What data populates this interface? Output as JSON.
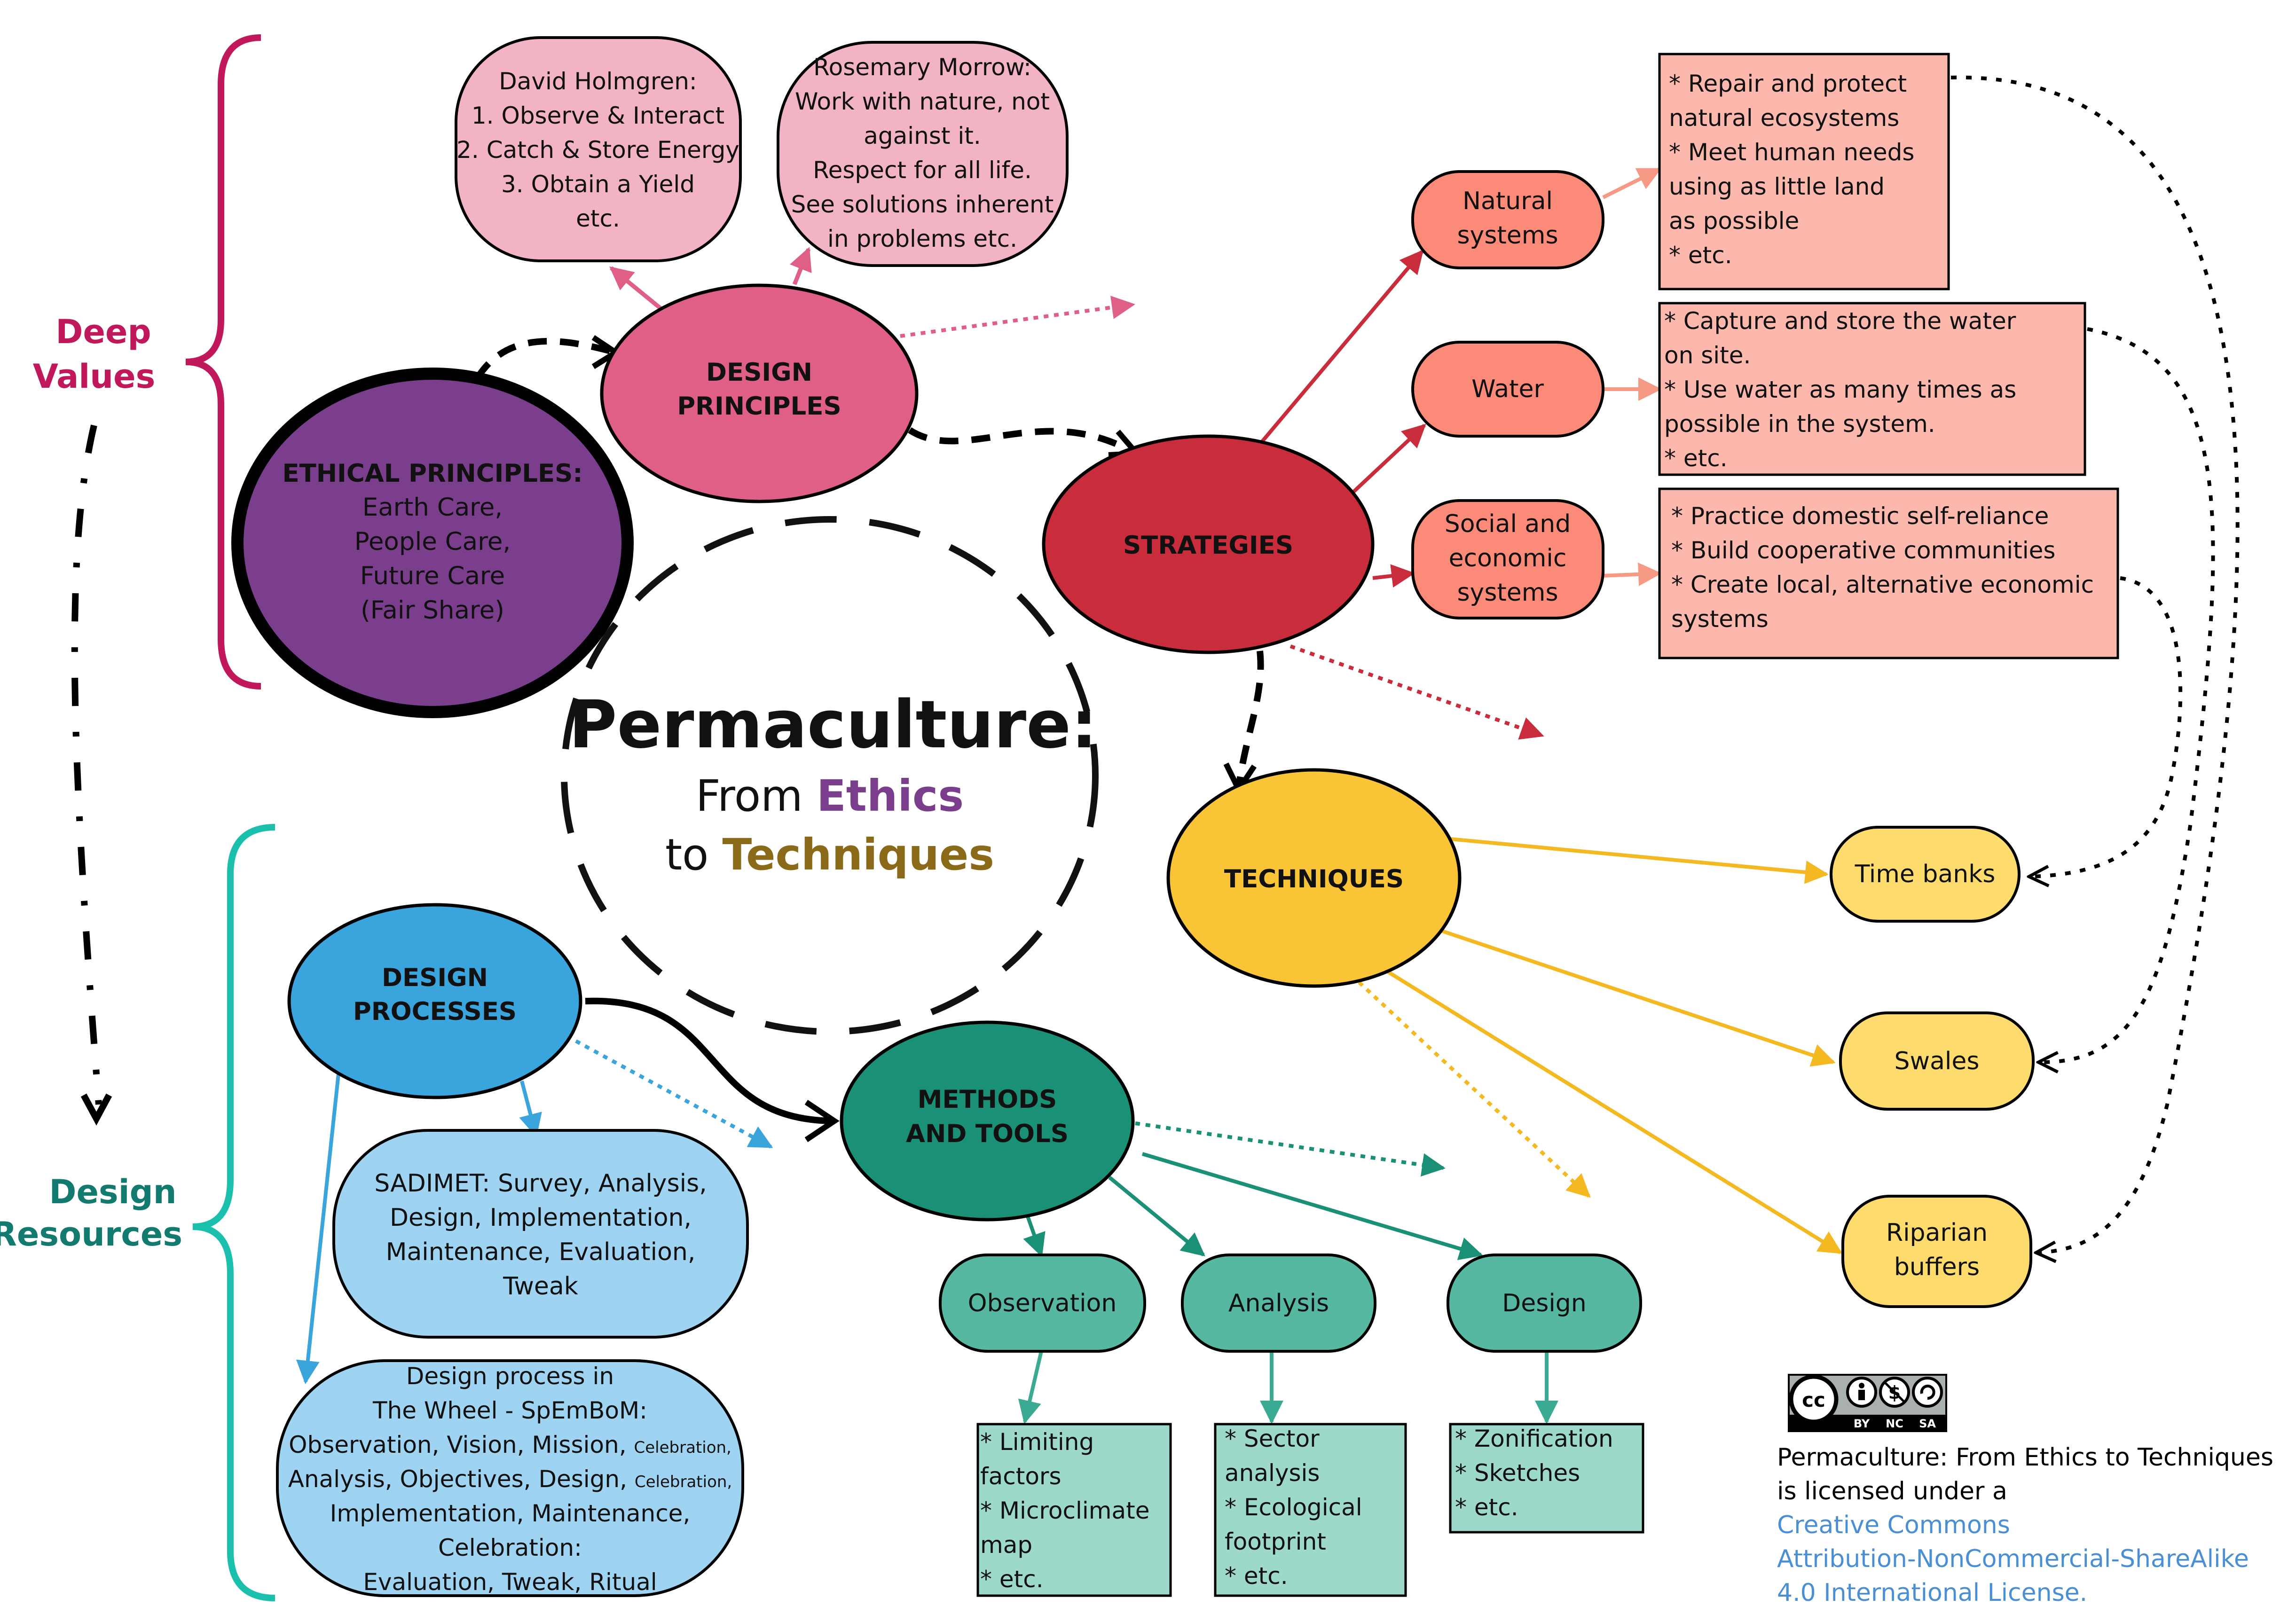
{
  "title": {
    "main": "Permaculture:",
    "line2_prefix": "From ",
    "line2_highlight": "Ethics",
    "line3_prefix": "to ",
    "line3_highlight": "Techniques"
  },
  "brackets": {
    "deep_values": [
      "Deep",
      "Values"
    ],
    "design_resources": [
      "Design",
      "Resources"
    ]
  },
  "nodes": {
    "ethical_principles": {
      "heading": "ETHICAL PRINCIPLES:",
      "lines": [
        "Earth Care,",
        "People Care,",
        "Future Care",
        "(Fair Share)"
      ]
    },
    "design_principles": {
      "lines": [
        "DESIGN",
        "PRINCIPLES"
      ]
    },
    "holmgren": {
      "lines": [
        "David Holmgren:",
        "1. Observe & Interact",
        "2. Catch & Store Energy",
        "3. Obtain a Yield",
        "etc."
      ]
    },
    "morrow": {
      "lines": [
        "Rosemary Morrow:",
        "Work with nature, not",
        "against it.",
        "Respect for all life.",
        "See solutions inherent",
        "in problems etc."
      ]
    },
    "strategies": {
      "label": "STRATEGIES"
    },
    "natural_systems": {
      "lines": [
        "Natural",
        "systems"
      ]
    },
    "water": {
      "label": "Water"
    },
    "social_economic": {
      "lines": [
        "Social and",
        "economic",
        "systems"
      ]
    },
    "natural_box": {
      "lines": [
        "* Repair and protect",
        "natural ecosystems",
        "* Meet human needs",
        "using as little land",
        "as possible",
        "* etc."
      ]
    },
    "water_box": {
      "lines": [
        "* Capture and store the water",
        "on site.",
        "* Use water as many times as",
        "possible in the system.",
        "* etc."
      ]
    },
    "social_box": {
      "lines": [
        "* Practice domestic self-reliance",
        "* Build cooperative communities",
        "* Create local, alternative economic",
        "systems"
      ]
    },
    "techniques": {
      "label": "TECHNIQUES"
    },
    "time_banks": {
      "label": "Time banks"
    },
    "swales": {
      "label": "Swales"
    },
    "riparian": {
      "lines": [
        "Riparian",
        "buffers"
      ]
    },
    "design_processes": {
      "lines": [
        "DESIGN",
        "PROCESSES"
      ]
    },
    "sadimet": {
      "lines": [
        "SADIMET: Survey, Analysis,",
        "Design, Implementation,",
        "Maintenance, Evaluation,",
        "Tweak"
      ]
    },
    "wheel": {
      "line1": "Design process in",
      "line2": "The Wheel - SpEmBoM:",
      "line3": "Observation, Vision, Mission, ",
      "line3_small": "Celebration,",
      "line4": "Analysis, Objectives, Design, ",
      "line4_small": "Celebration,",
      "line5": "Implementation, Maintenance,",
      "line6": "Celebration:",
      "line7": "Evaluation, Tweak, Ritual"
    },
    "methods_tools": {
      "lines": [
        "METHODS",
        "AND TOOLS"
      ]
    },
    "observation": {
      "label": "Observation"
    },
    "analysis": {
      "label": "Analysis"
    },
    "design": {
      "label": "Design"
    },
    "observation_box": {
      "lines": [
        "* Limiting",
        "factors",
        "* Microclimate",
        "map",
        "* etc."
      ]
    },
    "analysis_box": {
      "lines": [
        "* Sector",
        "analysis",
        "* Ecological",
        "footprint",
        "* etc."
      ]
    },
    "design_box": {
      "lines": [
        "* Zonification",
        "* Sketches",
        "* etc."
      ]
    }
  },
  "license": {
    "badge_labels": [
      "BY",
      "NC",
      "SA"
    ],
    "text_line1": "Permaculture: From Ethics to Techniques",
    "text_line2": "is licensed under a",
    "link_line1": "Creative Commons",
    "link_line2": "Attribution-NonCommercial-ShareAlike",
    "link_line3": "4.0 International License."
  },
  "colors": {
    "deep_values": "#c0185a",
    "design_resources": "#1aaa9a",
    "ethics": "#7a3e8c",
    "techniques_word": "#8a6a18",
    "design_principles": "#df5f86",
    "pink_light": "#f2b3c4",
    "strategies": "#c92c3a",
    "salmon": "#fb8a78",
    "salmon_light": "#fcb8ad",
    "techniques": "#f9c435",
    "yellow_light": "#fddb6d",
    "design_processes": "#3aa4dc",
    "blue_light": "#9fd3f2",
    "methods": "#1a9076",
    "teal": "#57b8a2",
    "teal_light": "#9dd9ca",
    "link": "#4a8fd4"
  }
}
